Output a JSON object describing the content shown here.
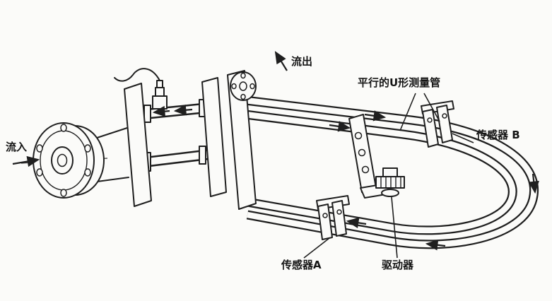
{
  "figure": {
    "background": "#fbfbf9",
    "line_color": "#1f1f1f",
    "labels": {
      "inflow": "流入",
      "outflow": "流出",
      "parallel_u_tubes": "平行的U形测量管",
      "sensor_b": "传感器 B",
      "sensor_a": "传感器A",
      "driver": "驱动器"
    }
  }
}
